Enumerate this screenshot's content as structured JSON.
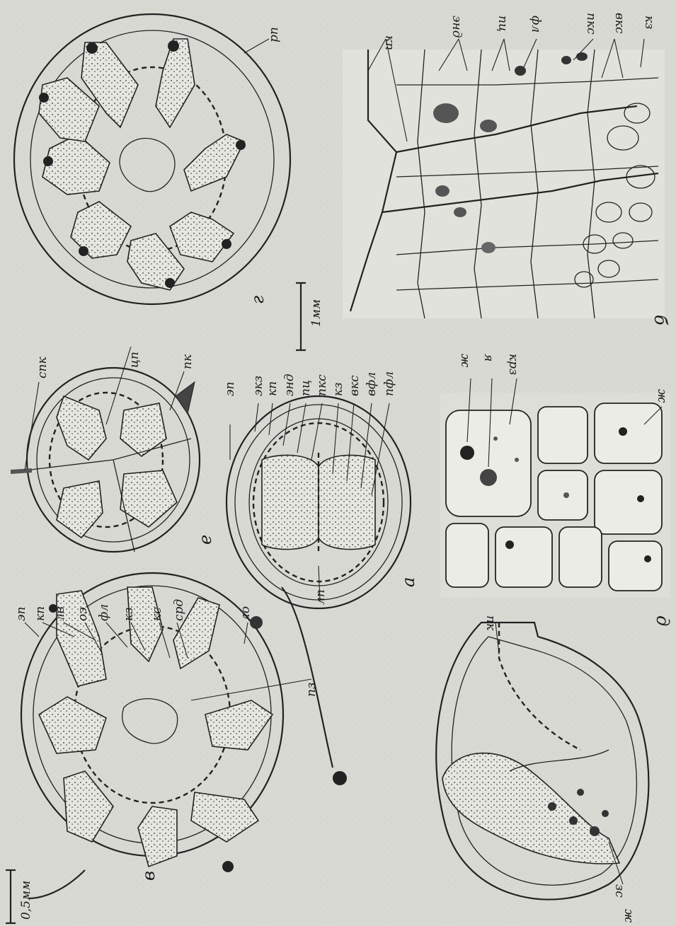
{
  "scale_bars": {
    "small": "0,5мм",
    "large": "1мм"
  },
  "panels": {
    "a": "а",
    "b": "б",
    "v": "в",
    "g": "г",
    "d": "д",
    "e": "е"
  },
  "labels_v": {
    "ep": "эп",
    "kp": "кп",
    "lv": "лв",
    "oe": "оэ",
    "fl": "фл",
    "kz": "кз",
    "ks": "кс",
    "srd": "срд",
    "lo": "ло",
    "pz": "пз"
  },
  "labels_e": {
    "spk": "спк",
    "cp": "цп",
    "pk": "пк"
  },
  "labels_g": {
    "rp": "рп"
  },
  "labels_a": {
    "ep": "эп",
    "ekz": "экз",
    "kp": "кп",
    "end": "энд",
    "pc": "пц",
    "pks": "пкс",
    "kz": "кз",
    "vks": "вкс",
    "vfl": "вфл",
    "pfl": "пфл",
    "lp": "лп"
  },
  "labels_b": {
    "kp": "кп",
    "end": "энд",
    "pc": "пц",
    "fl": "фл",
    "pks": "пкс",
    "vks": "вкс",
    "kz": "кз"
  },
  "labels_d": {
    "zh1": "ж",
    "ya": "я",
    "krz": "крз",
    "zh2": "ж"
  },
  "labels_bottom": {
    "pk": "пк",
    "zs": "зс",
    "zh": "ж"
  }
}
